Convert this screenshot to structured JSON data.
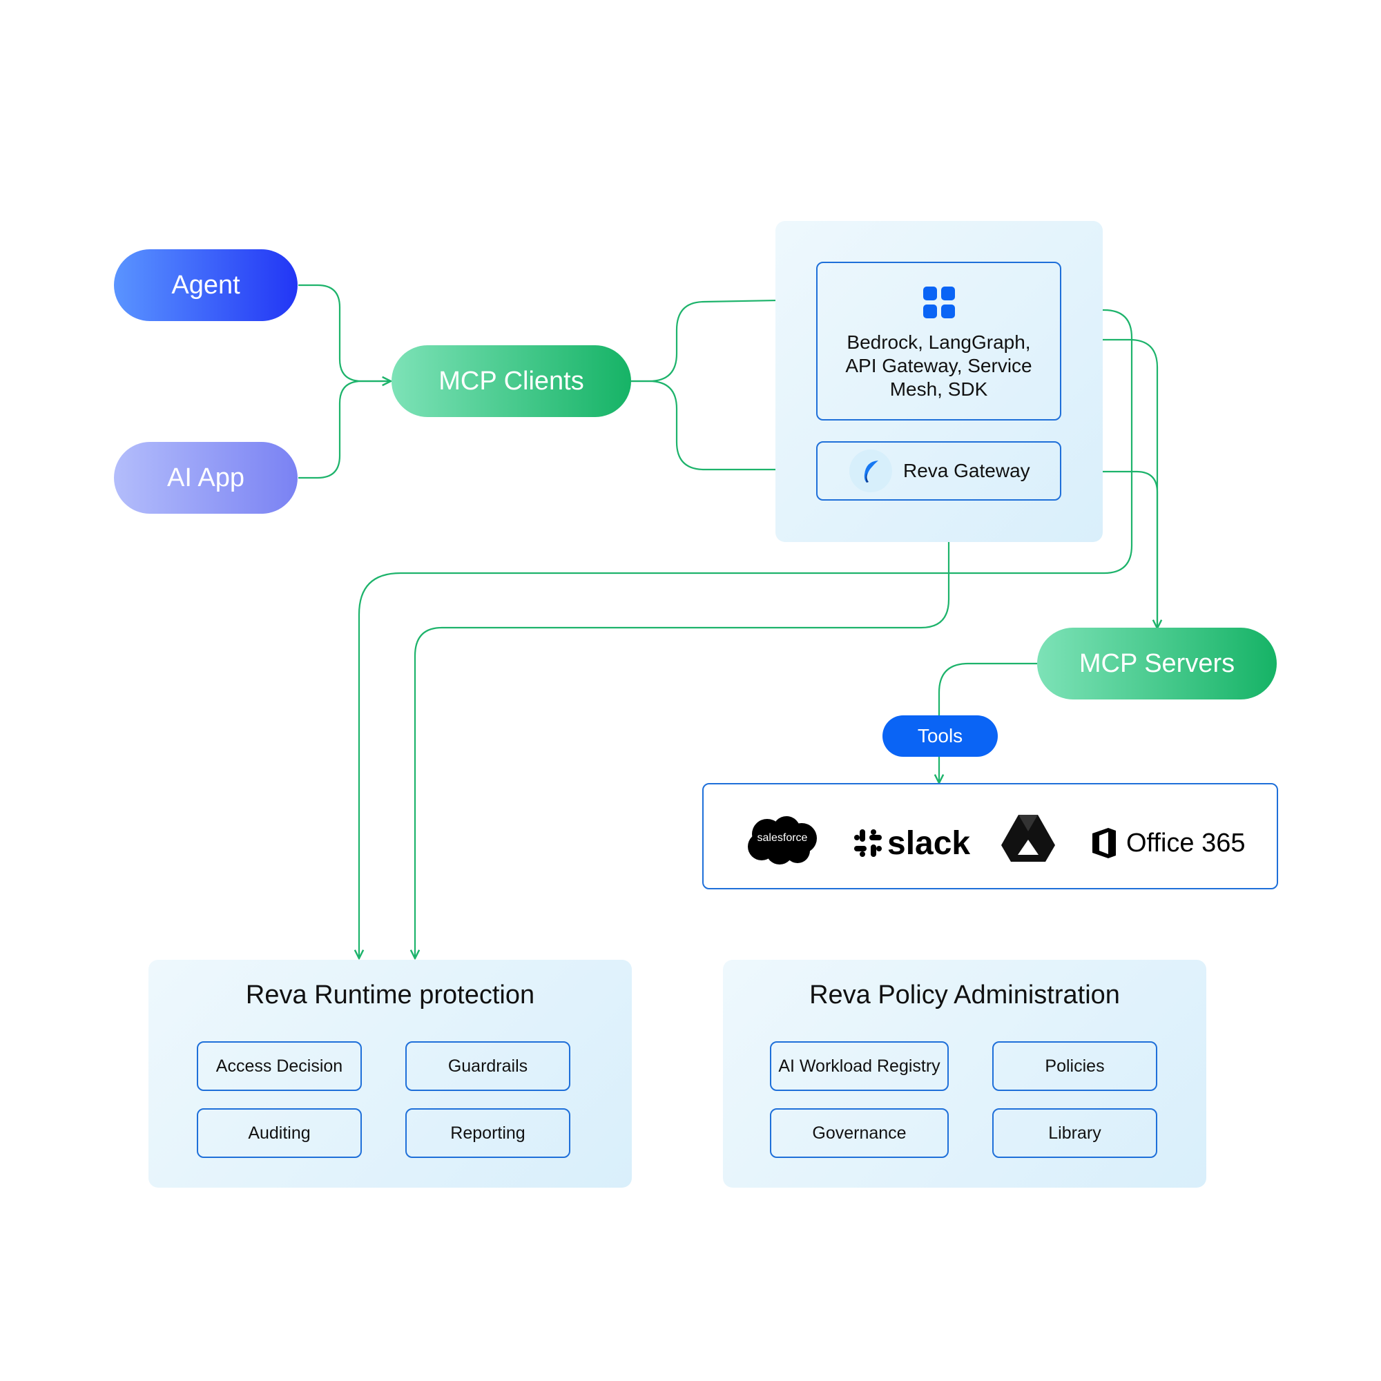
{
  "nodes": {
    "agent": "Agent",
    "ai_app": "AI App",
    "mcp_clients": "MCP Clients",
    "mcp_servers": "MCP Servers",
    "tools": "Tools",
    "frameworks": "Bedrock, LangGraph, API Gateway, Service Mesh, SDK",
    "reva_gateway": "Reva Gateway"
  },
  "integrations": {
    "salesforce": "salesforce",
    "slack": "slack",
    "drive": "",
    "office": "Office 365"
  },
  "runtime": {
    "title": "Reva Runtime protection",
    "items": [
      "Access Decision",
      "Guardrails",
      "Auditing",
      "Reporting"
    ]
  },
  "policy": {
    "title": "Reva Policy Administration",
    "items": [
      "AI Workload Registry",
      "Policies",
      "Governance",
      "Library"
    ]
  },
  "colors": {
    "connector": "#1db36b",
    "box_border": "#1e6fd9",
    "agent_gradient": [
      "#5a94ff",
      "#2236f5"
    ],
    "ai_app_gradient": [
      "#b3bdfb",
      "#7a82f3"
    ],
    "green_gradient": [
      "#7de2b7",
      "#16b366"
    ],
    "tools": "#0a64f5"
  }
}
